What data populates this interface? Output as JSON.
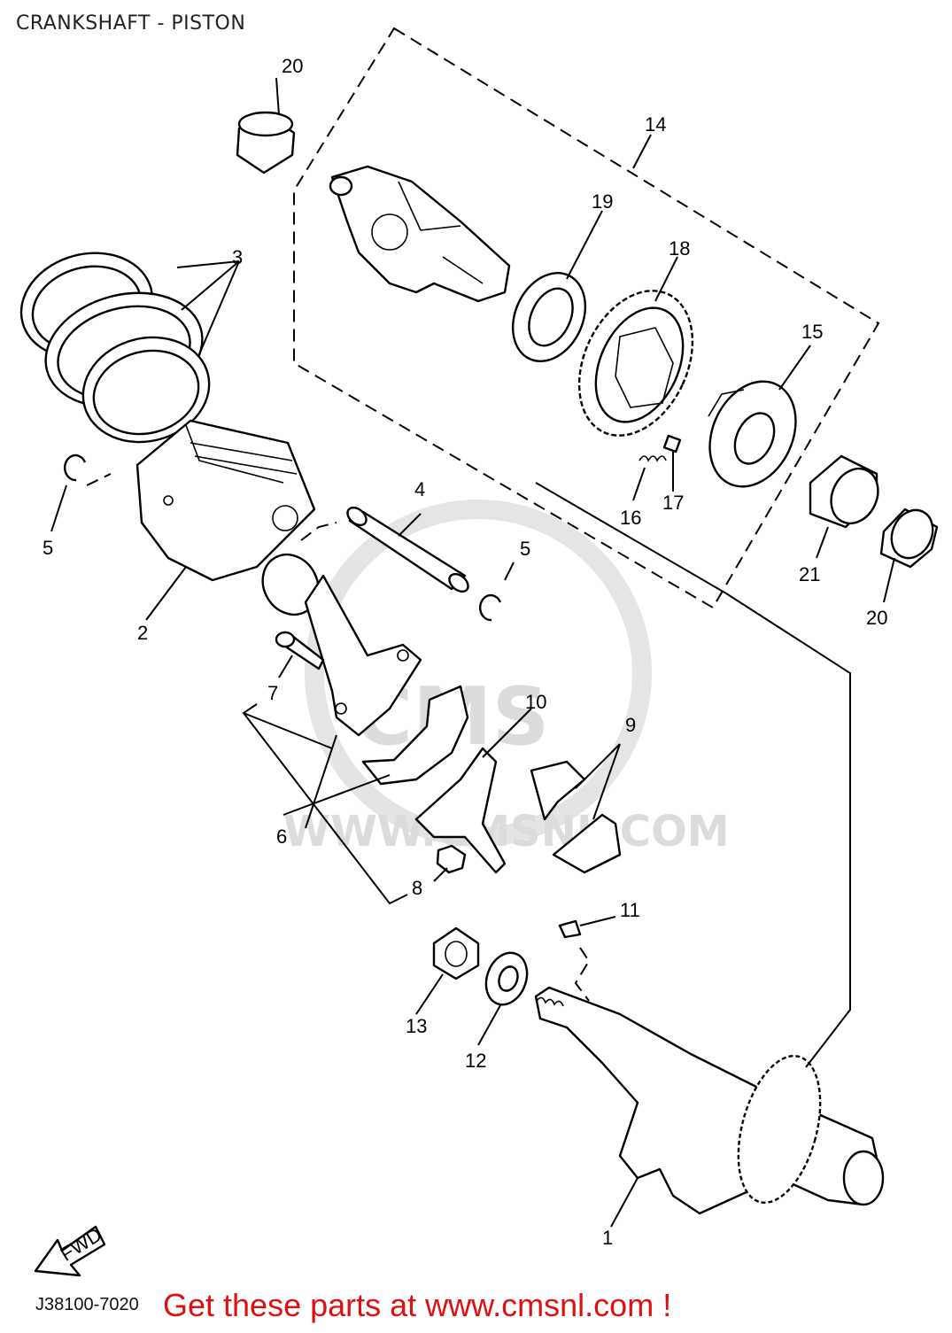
{
  "title": "CRANKSHAFT - PISTON",
  "diagram_code": "J38100-7020",
  "promo": "Get these parts at www.cmsnl.com !",
  "watermark": {
    "line1": "CMS",
    "line2": "WWW.CMSNL.COM"
  },
  "fwd_label": "FWD",
  "callouts": {
    "c1": "1",
    "c2": "2",
    "c3": "3",
    "c4": "4",
    "c5a": "5",
    "c5b": "5",
    "c6": "6",
    "c7": "7",
    "c8": "8",
    "c9": "9",
    "c10": "10",
    "c11": "11",
    "c12": "12",
    "c13": "13",
    "c14": "14",
    "c15": "15",
    "c16": "16",
    "c17": "17",
    "c18": "18",
    "c19": "19",
    "c20a": "20",
    "c20b": "20",
    "c21": "21"
  }
}
